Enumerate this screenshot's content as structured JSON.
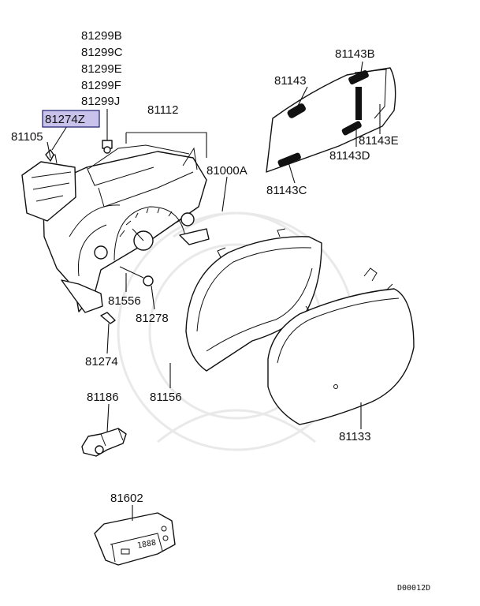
{
  "callouts": {
    "p81299B": "81299B",
    "p81299C": "81299C",
    "p81299E": "81299E",
    "p81299F": "81299F",
    "p81299J": "81299J",
    "p81274Z": "81274Z",
    "p81105": "81105",
    "p81112": "81112",
    "p81000A": "81000A",
    "p81143": "81143",
    "p81143B": "81143B",
    "p81143E": "81143E",
    "p81143D": "81143D",
    "p81143C": "81143C",
    "p81556": "81556",
    "p81278": "81278",
    "p81274": "81274",
    "p81156": "81156",
    "p81133": "81133",
    "p81186": "81186",
    "p81602": "81602"
  },
  "highlight": {
    "part": "81274Z",
    "color": "#c9c3ec"
  },
  "diagram_code": "D00012D",
  "clock_display": "1888"
}
